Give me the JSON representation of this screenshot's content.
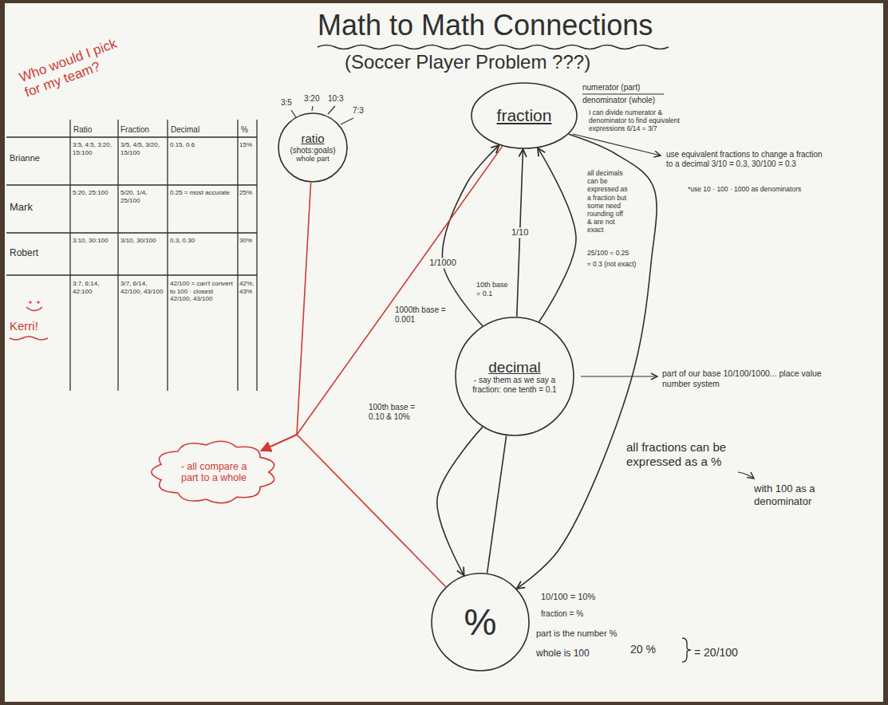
{
  "diagram": {
    "title": "Math to Math Connections",
    "nodes": [
      {
        "text": [
          "fraction"
        ]
      },
      {
        "text": [
          "ratio",
          "(shots:goals)",
          "whole part"
        ]
      },
      {
        "text": [
          "decimal",
          "- say them as we say a fraction: one tenth = 0.1"
        ]
      },
      {
        "text": [
          "- all compare a part to a whole"
        ]
      },
      {
        "text": [
          "%"
        ]
      }
    ],
    "edges": [
      {
        "from": 2,
        "to": 0,
        "label": "1/1000",
        "arrow": "to"
      },
      {
        "from": 2,
        "to": 0,
        "label": "1/10",
        "arrow": "to"
      },
      {
        "from": 2,
        "to": 0,
        "arrow": "to"
      },
      {
        "from": 0,
        "to": 4,
        "arrow": "to"
      },
      {
        "from": 2,
        "to": 4,
        "arrow": "to"
      },
      {
        "from": 2,
        "to": 4,
        "arrow": "none"
      },
      {
        "from": 1,
        "to": 3,
        "arrow": "to"
      },
      {
        "from": 0,
        "to": 3,
        "arrow": "to"
      },
      {
        "from": 4,
        "to": 3,
        "arrow": "to"
      }
    ],
    "labels": [
      "(Soccer Player Problem ???)",
      "Who would I pick for my team?",
      "Ratio",
      "Fraction",
      "Decimal",
      "%",
      "Brianne",
      "3:5, 4:5, 3:20, 15:100",
      "3/5, 4/5, 3/20, 15/100",
      "0.15, 0.6",
      "15%",
      "Mark",
      "5:20, 25:100",
      "5/20, 1/4, 25/100",
      "0.25 = most accurate",
      "25%",
      "Robert",
      "3:10, 30:100",
      "3/10, 30/100",
      "0.3, 0.30",
      "30%",
      "Kerri!",
      "3:7, 6:14, 42:100",
      "3/7, 6/14, 42/100, 43/100",
      "42/100 = can't convert to 100 · closest 42/100, 43/100",
      "42%, 43%",
      "3:5",
      "3:20",
      "10:3",
      "7:3",
      "numerator (part)",
      "denominator (whole)",
      "I can divide numerator & denominator to find equivalent expressions 6/14 = 3/7",
      "use equivalent fractions to change a fraction to a decimal 3/10 = 0.3, 30/100 = 0.3",
      "*use 10 · 100 · 1000 as denominators",
      "all decimals can be expressed as a fraction but some need rounding off & are not exact",
      "25/100 = 0.25",
      "≈ 0.3 (not exact)",
      "1000th base = 0.001",
      "10th base = 0.1",
      "100th base = 0.10 & 10%",
      "part of our base 10/100/1000... place value number system",
      "all fractions can be expressed as a %",
      "with 100 as a denominator",
      "10/100 = 10%",
      "fraction = %",
      "part is the number %",
      "whole is 100",
      "20 %",
      "= 20/100"
    ]
  }
}
